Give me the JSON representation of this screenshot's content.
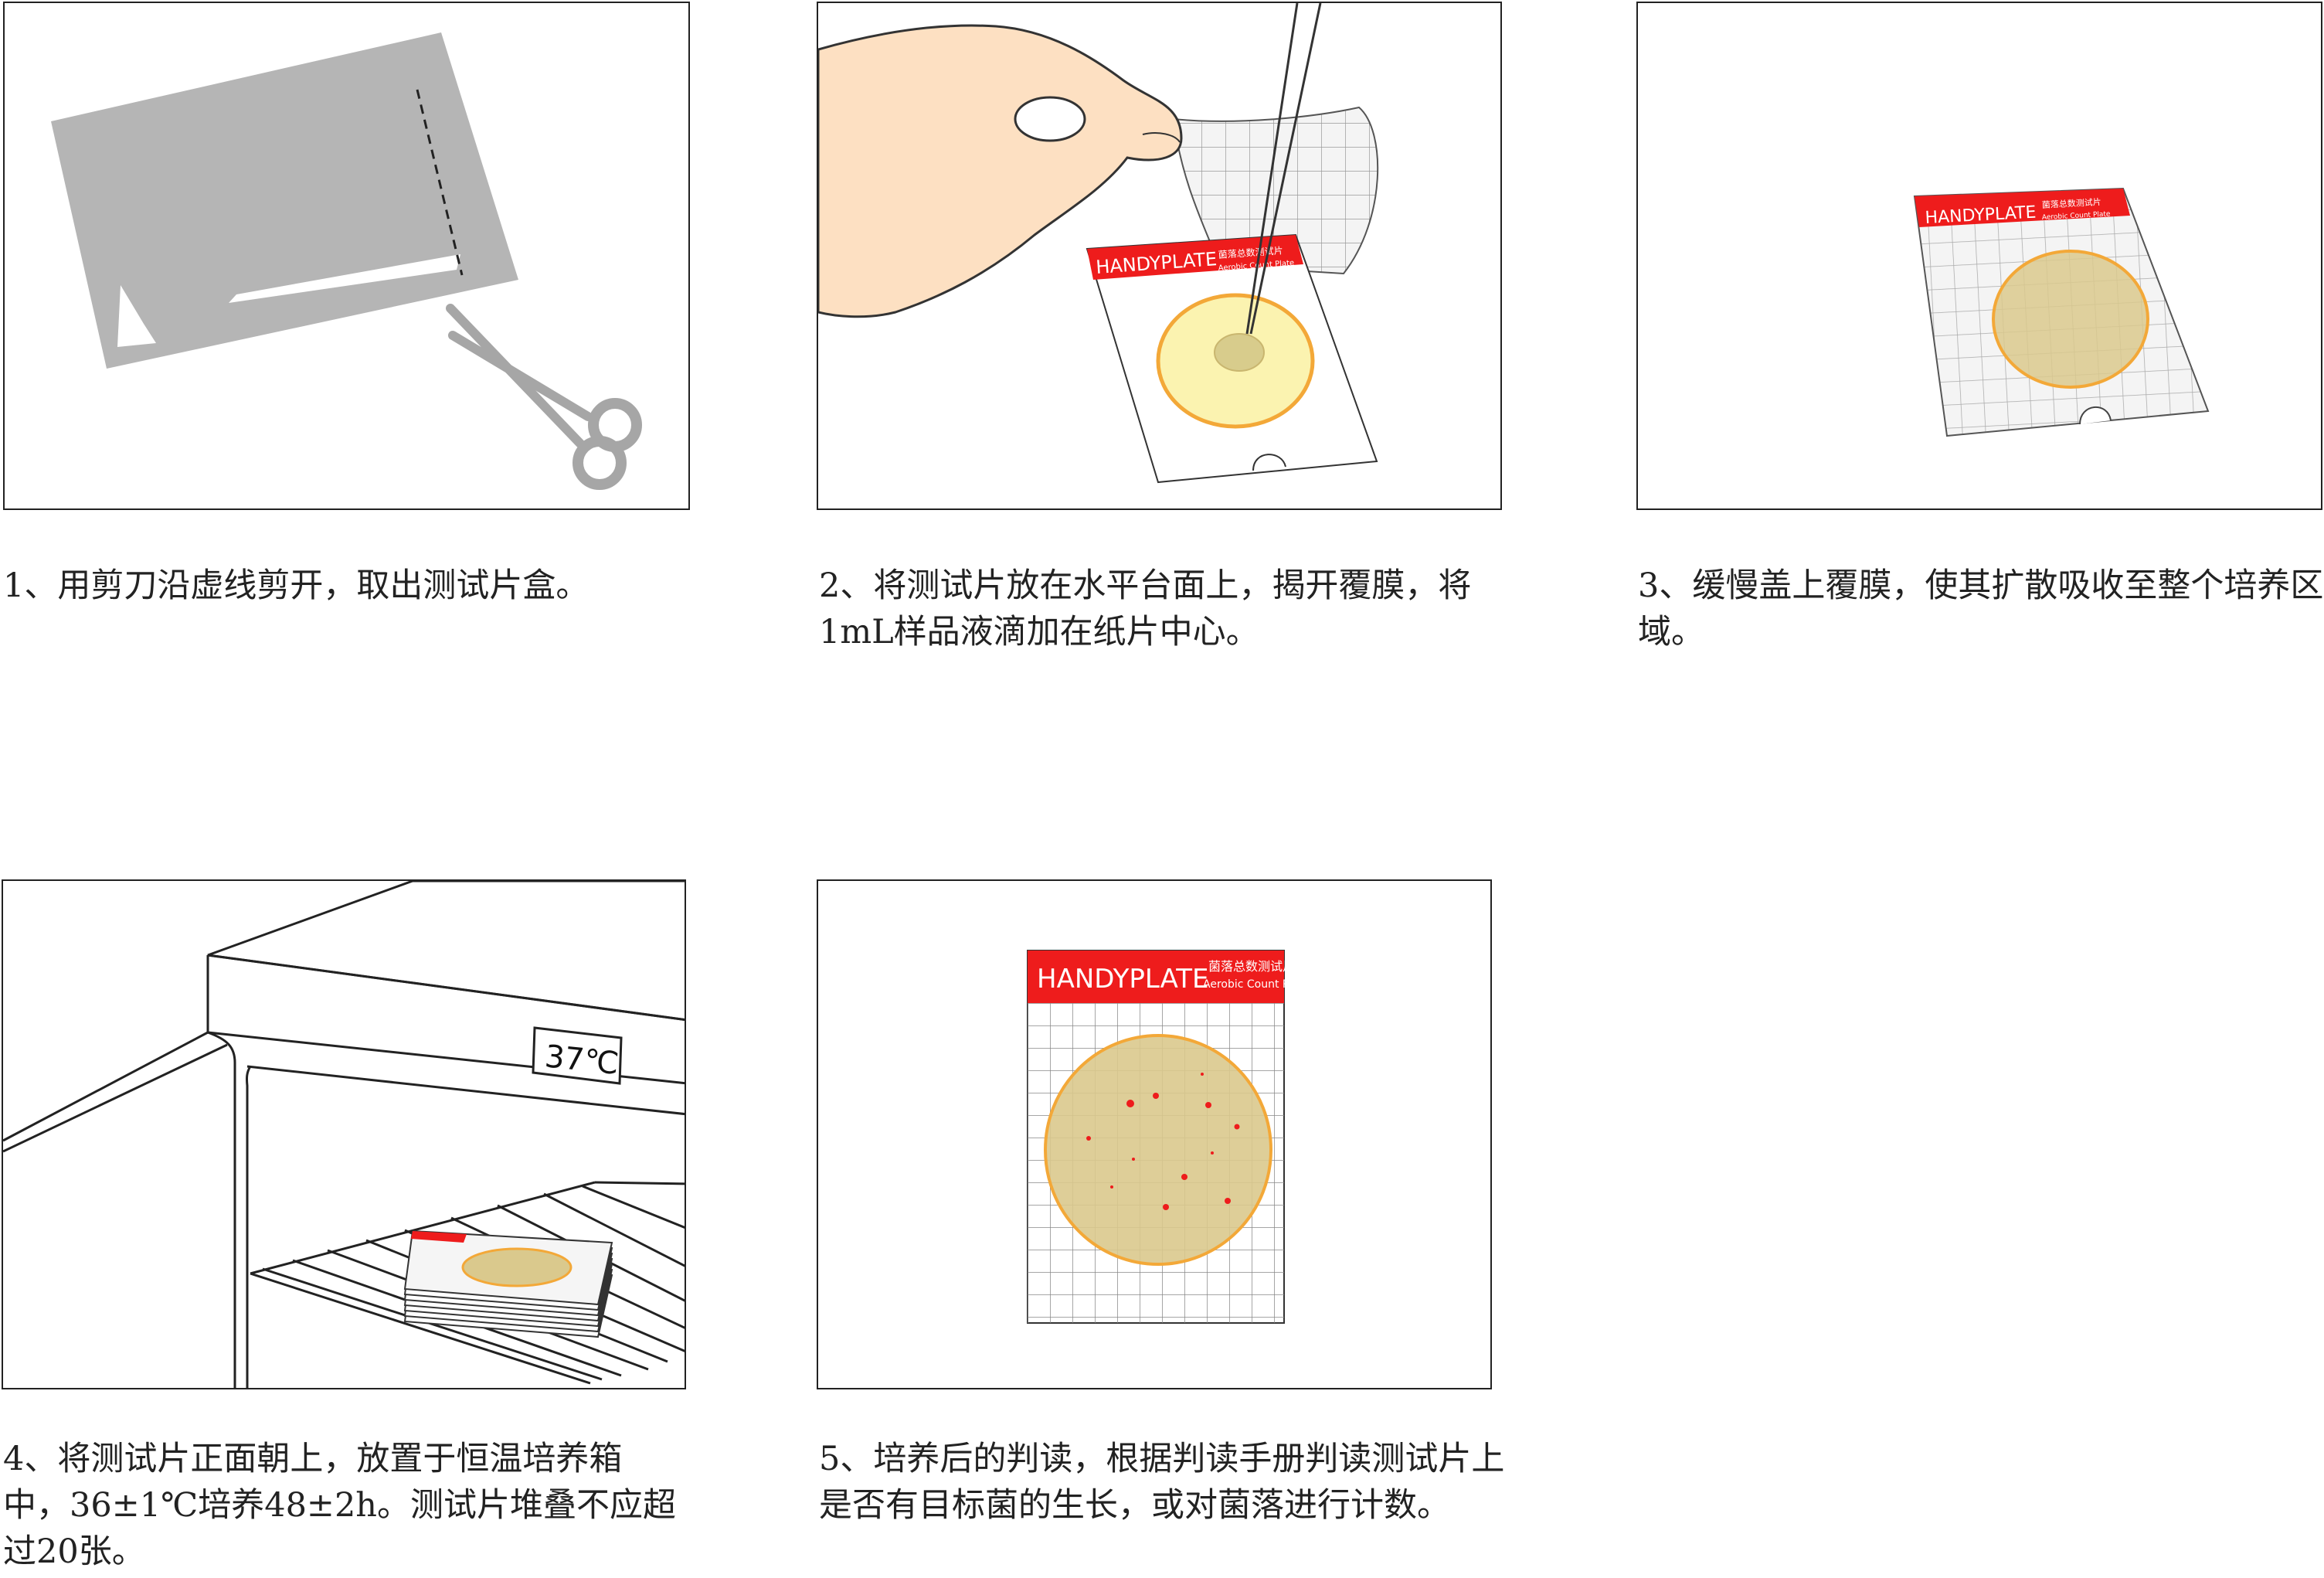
{
  "steps": [
    {
      "caption": "1、用剪刀沿虚线剪开，取出测试片盒。"
    },
    {
      "caption": "2、将测试片放在水平台面上，揭开覆膜，将1mL样品液滴加在纸片中心。"
    },
    {
      "caption": "3、缓慢盖上覆膜，使其扩散吸收至整个培养区域。"
    },
    {
      "caption": "4、将测试片正面朝上，放置于恒温培养箱中，36±1℃培养48±2h。测试片堆叠不应超过20张。"
    },
    {
      "caption": "5、培养后的判读，根据判读手册判读测试片上是否有目标菌的生长，或对菌落进行计数。"
    }
  ],
  "plate": {
    "brand": "HANDYPLATE",
    "name_cn": "菌落总数测试片",
    "name_en": "Aerobic Count Plate"
  },
  "incubator": {
    "temp_label": "37℃"
  },
  "colors": {
    "red": "#ee1c1c",
    "pouch_gray": "#b5b5b5",
    "scissors_gray": "#a6a6a6",
    "skin": "#fde0c2",
    "drop_yellow": "#fbf3b0",
    "culture_tan": "#dac98d",
    "ring_orange": "#f3a838",
    "grid": "#888888"
  },
  "icons": [
    "pouch-icon",
    "scissors-icon",
    "hand-icon",
    "pipette-icon",
    "test-plate-icon",
    "incubator-icon",
    "colony-dot-icon"
  ]
}
